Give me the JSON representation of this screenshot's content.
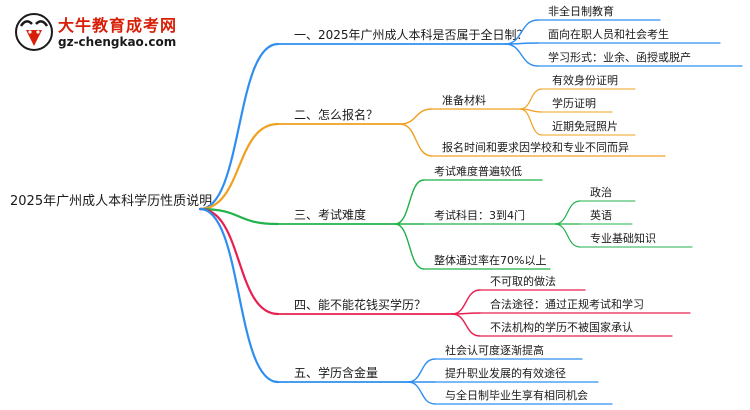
{
  "logo": {
    "name": "大牛教育成考网",
    "url": "gz-chengkao.com"
  },
  "root": {
    "label": "2025年广州成人本科学历性质说明"
  },
  "colors": {
    "blue": "#2f8ff0",
    "orange": "#f0a020",
    "green": "#22b24c",
    "red": "#e8204f",
    "text": "#1a1a1a",
    "brand": "#d81e06"
  },
  "branches": [
    {
      "label": "一、2025年广州成人本科是否属于全日制？",
      "color": "blue",
      "children": [
        {
          "label": "非全日制教育"
        },
        {
          "label": "面向在职人员和社会考生"
        },
        {
          "label": "学习形式：业余、函授或脱产"
        }
      ]
    },
    {
      "label": "二、怎么报名？",
      "color": "orange",
      "children": [
        {
          "label": "准备材料",
          "children": [
            {
              "label": "有效身份证明"
            },
            {
              "label": "学历证明"
            },
            {
              "label": "近期免冠照片"
            }
          ]
        },
        {
          "label": "报名时间和要求因学校和专业不同而异"
        }
      ]
    },
    {
      "label": "三、考试难度",
      "color": "green",
      "children": [
        {
          "label": "考试难度普遍较低"
        },
        {
          "label": "考试科目：3到4门",
          "children": [
            {
              "label": "政治"
            },
            {
              "label": "英语"
            },
            {
              "label": "专业基础知识"
            }
          ]
        },
        {
          "label": "整体通过率在70%以上"
        }
      ]
    },
    {
      "label": "四、能不能花钱买学历？",
      "color": "red",
      "children": [
        {
          "label": "不可取的做法"
        },
        {
          "label": "合法途径：通过正规考试和学习"
        },
        {
          "label": "不法机构的学历不被国家承认"
        }
      ]
    },
    {
      "label": "五、学历含金量",
      "color": "blue",
      "children": [
        {
          "label": "社会认可度逐渐提高"
        },
        {
          "label": "提升职业发展的有效途径"
        },
        {
          "label": "与全日制毕业生享有相同机会"
        }
      ]
    }
  ]
}
